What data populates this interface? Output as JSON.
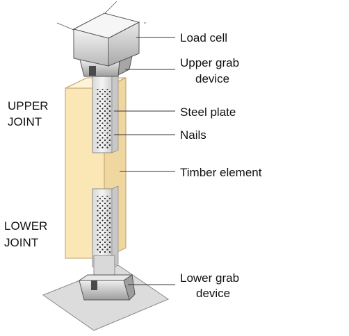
{
  "labels": {
    "load_cell": "Load cell",
    "upper_grab": [
      "Upper grab",
      "device"
    ],
    "steel_plate": "Steel plate",
    "nails": "Nails",
    "timber": "Timber element",
    "lower_grab": [
      "Lower grab",
      "device"
    ],
    "upper_joint": [
      "UPPER",
      "JOINT"
    ],
    "lower_joint": [
      "LOWER",
      "JOINT"
    ]
  },
  "colors": {
    "timber": "#fbe6b6",
    "timber_side": "#f2d9a0",
    "steel": "#e6e6e6",
    "steel_dark": "#bdbdbd",
    "load_cell_top": "#f4f4f4",
    "base": "#dcdcdc"
  }
}
